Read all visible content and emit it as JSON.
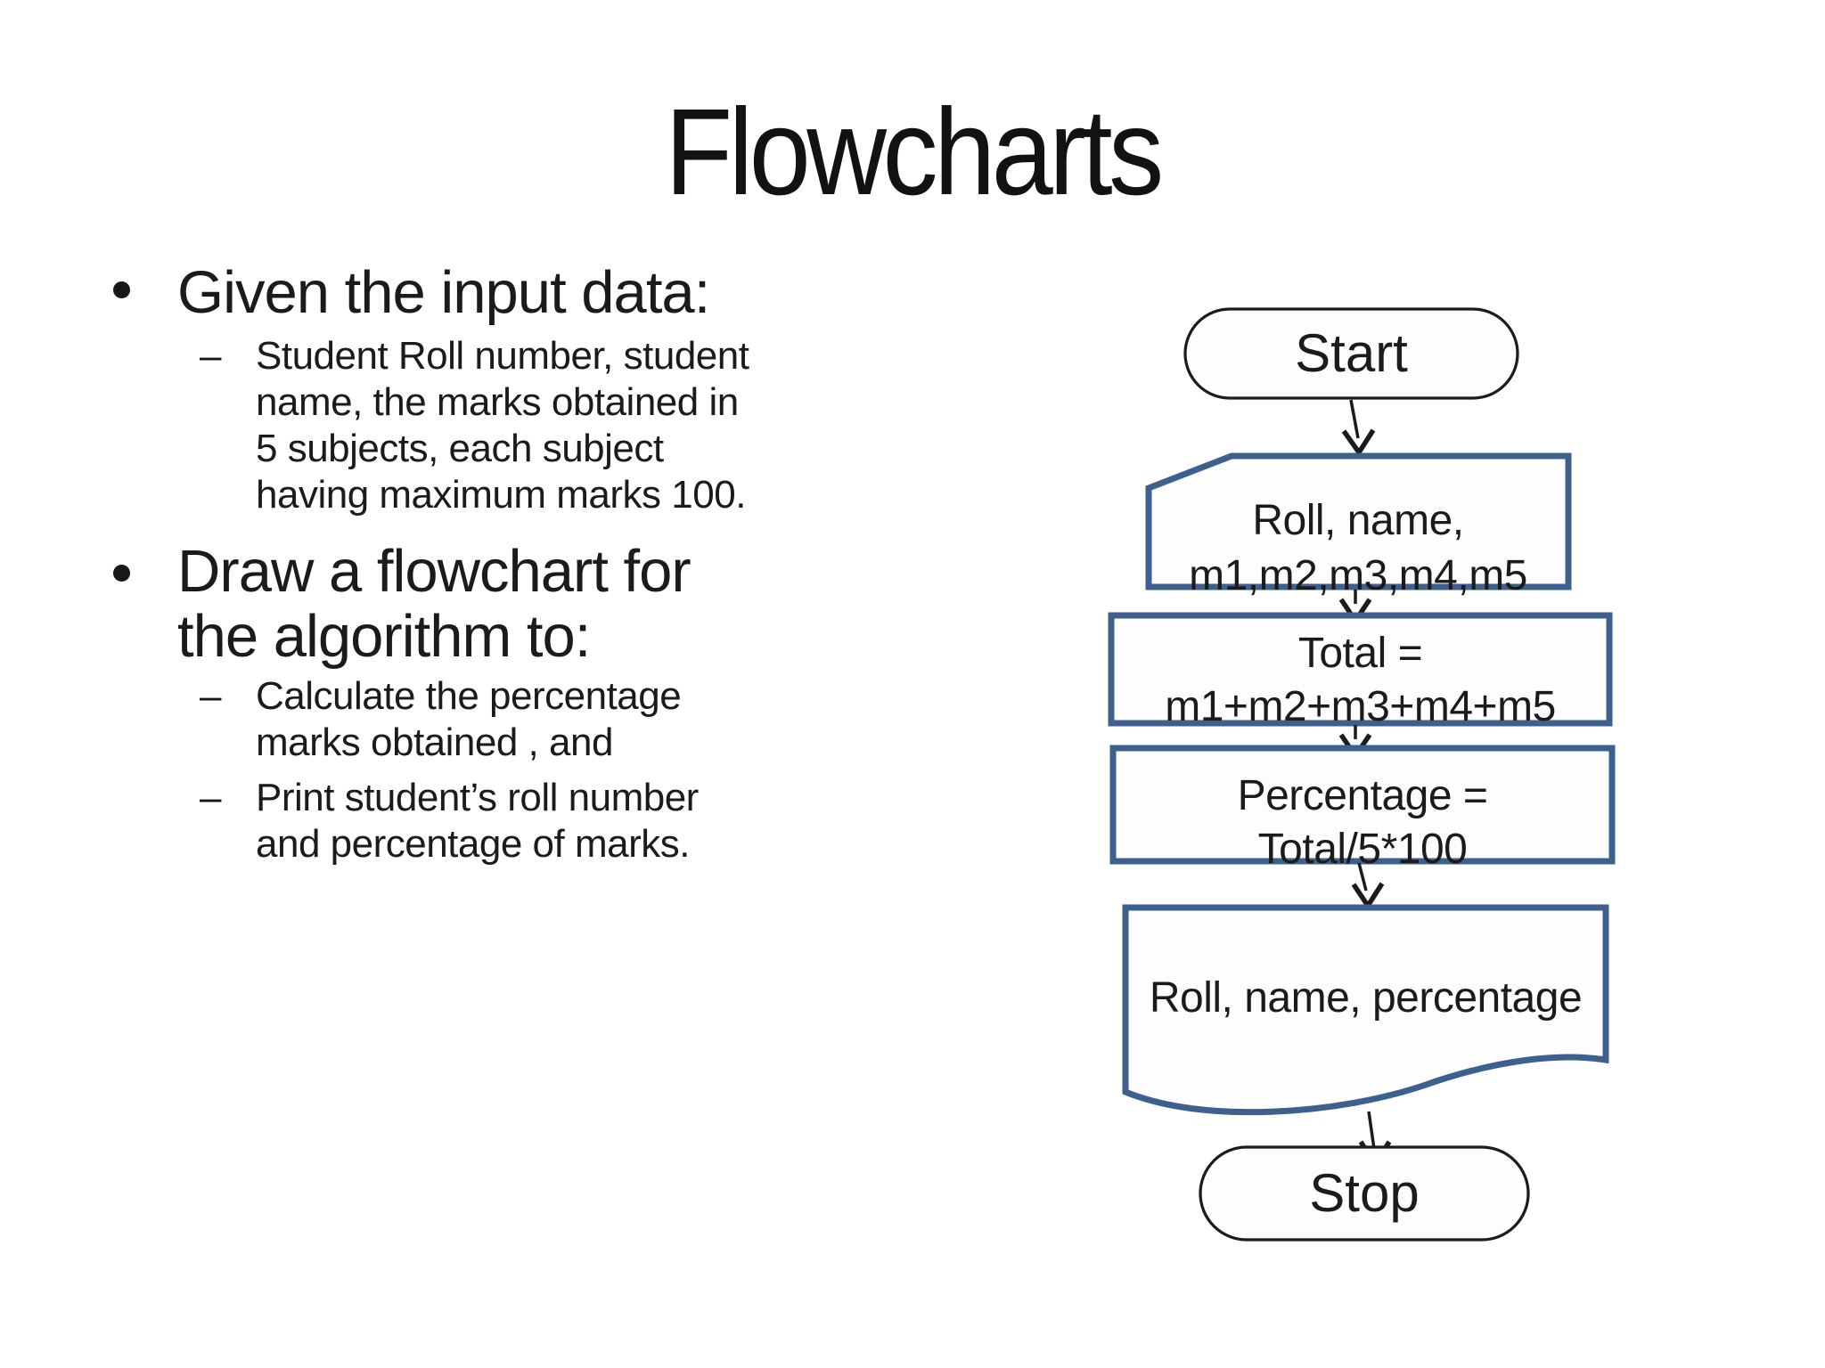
{
  "slide": {
    "title": "Flowcharts",
    "bullet_char": "•",
    "dash_char": "–",
    "bullets": {
      "b1": {
        "label": "Given the input data:",
        "sub_lines": [
          "Student Roll number, student",
          "name, the marks obtained in",
          "5 subjects, each subject",
          "having maximum marks 100."
        ]
      },
      "b2": {
        "label_lines": [
          "Draw a flowchart for",
          "the algorithm to:"
        ],
        "sub1_lines": [
          "Calculate the percentage",
          "marks obtained , and"
        ],
        "sub2_lines": [
          "Print student’s roll number",
          "and percentage of marks."
        ]
      }
    }
  },
  "flowchart": {
    "accent_color": "#3e608f",
    "outline_color": "#1c1c1c",
    "nodes": {
      "start": {
        "type": "terminator",
        "label": "Start"
      },
      "input": {
        "type": "data-input",
        "label_lines": [
          "Roll, name,",
          "m1,m2,m3,m4,m5"
        ]
      },
      "total": {
        "type": "process",
        "label_lines": [
          "Total =",
          "m1+m2+m3+m4+m5"
        ]
      },
      "percentage": {
        "type": "process",
        "label_lines": [
          "Percentage =",
          "Total/5*100"
        ]
      },
      "output": {
        "type": "document",
        "label": "Roll, name, percentage"
      },
      "stop": {
        "type": "terminator",
        "label": "Stop"
      }
    }
  }
}
